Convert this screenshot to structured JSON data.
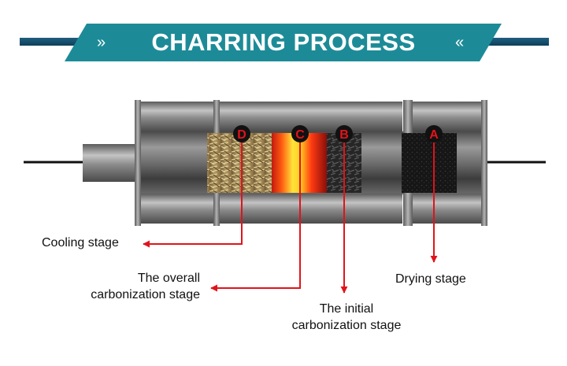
{
  "header": {
    "title": "CHARRING PROCESS",
    "left_chevrons": "»",
    "right_chevrons": "«"
  },
  "markers": [
    {
      "letter": "D"
    },
    {
      "letter": "C"
    },
    {
      "letter": "B"
    },
    {
      "letter": "A"
    }
  ],
  "stages": {
    "cooling": "Cooling stage",
    "overall_line1": "The overall",
    "overall_line2": "carbonization stage",
    "drying": "Drying stage",
    "initial_line1": "The initial",
    "initial_line2": "carbonization stage"
  },
  "colors": {
    "banner": "#1d8b97",
    "banner_line": "#1f5f80",
    "arrow": "#e0141b",
    "marker_fill": "#111111"
  }
}
